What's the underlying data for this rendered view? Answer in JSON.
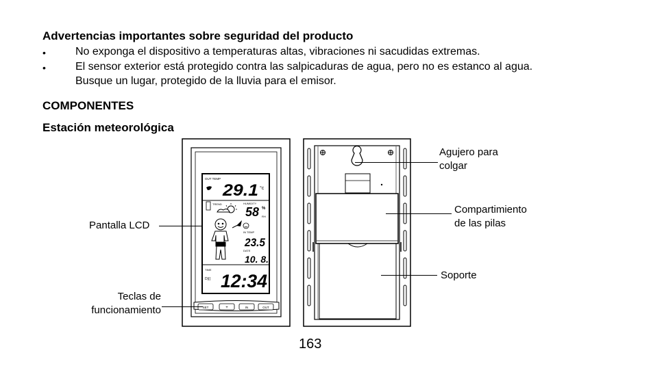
{
  "safety": {
    "title": "Advertencias importantes sobre seguridad del producto",
    "bullets": [
      "No exponga el dispositivo a temperaturas altas, vibraciones ni sacudidas extremas.",
      "El sensor exterior está protegido contra las salpicaduras de agua, pero no es estanco al agua. Busque un lugar, protegido de la lluvia para el emisor."
    ]
  },
  "components": {
    "title": "COMPONENTES",
    "subtitle": "Estación meteorológica"
  },
  "front_labels": {
    "lcd": "Pantalla LCD",
    "keys_line1": "Teclas de",
    "keys_line2": "funcionamiento"
  },
  "back_labels": {
    "hole_line1": "Agujero para",
    "hole_line2": "colgar",
    "battery_line1": "Compartimiento",
    "battery_line2": "de las pilas",
    "stand": "Soporte"
  },
  "lcd": {
    "out_temp_label": "OUT TEMP",
    "out_temp_value": "29.1",
    "temp_unit": "°c",
    "trend_label": "TREND",
    "humidity_label": "HUMIDITY",
    "humidity_value": "58",
    "humidity_unit": "%",
    "humidity_rh": "RH",
    "in_temp_label": "IN TEMP",
    "in_temp_value": "23.5",
    "date_label": "DATE",
    "date_value": "10. 8.",
    "time_label": "TIME",
    "time_value": "12:34"
  },
  "buttons": [
    "SET",
    "+",
    "IN",
    "OUT"
  ],
  "page_number": "163"
}
